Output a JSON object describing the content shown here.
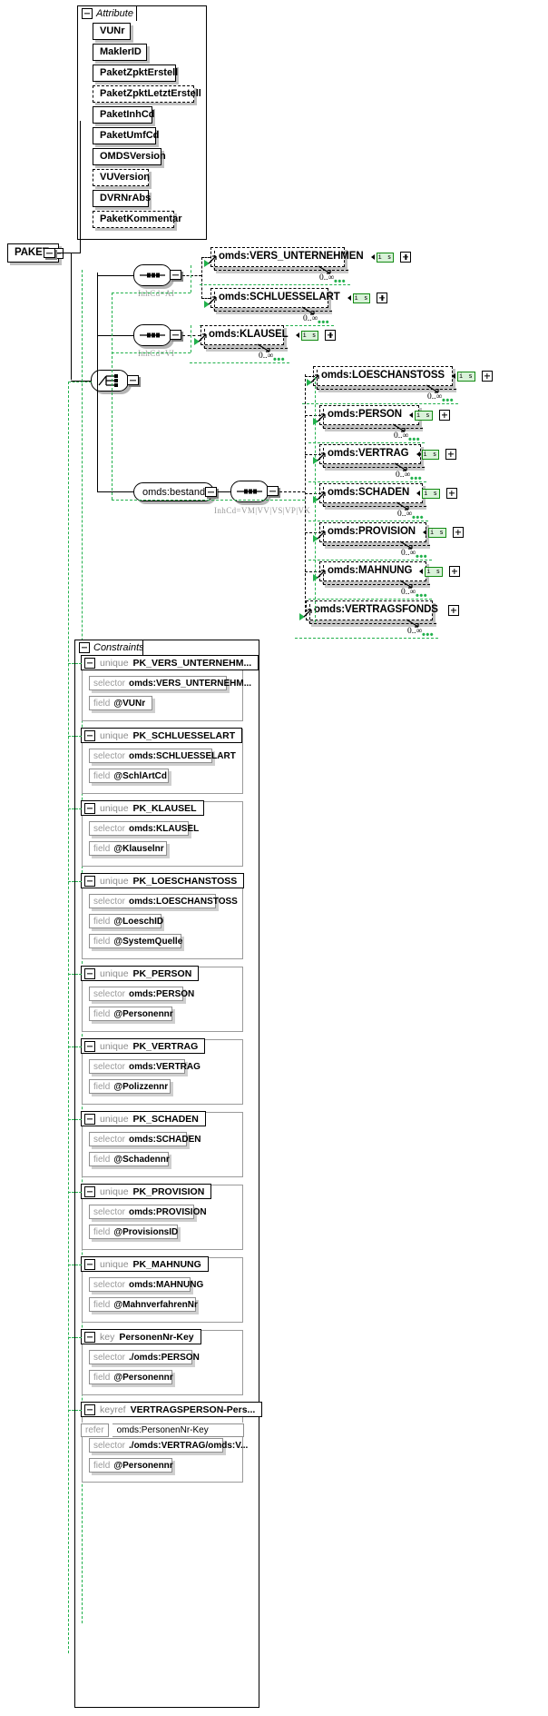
{
  "diagram": {
    "type": "xsd-schema-diagram",
    "root_element": "PAKET",
    "attribute_group_title": "Attribute",
    "constraints_group_title": "Constraints"
  },
  "attributes": [
    {
      "name": "VUNr",
      "required": true,
      "width": 42
    },
    {
      "name": "MaklerID",
      "required": true,
      "width": 60
    },
    {
      "name": "PaketZpktErstell",
      "required": true,
      "width": 92
    },
    {
      "name": "PaketZpktLetztErstell",
      "required": false,
      "width": 112
    },
    {
      "name": "PaketInhCd",
      "required": true,
      "width": 66
    },
    {
      "name": "PaketUmfCd",
      "required": true,
      "width": 70
    },
    {
      "name": "OMDSVersion",
      "required": true,
      "width": 76
    },
    {
      "name": "VUVersion",
      "required": false,
      "width": 62
    },
    {
      "name": "DVRNrAbs",
      "required": true,
      "width": 62
    },
    {
      "name": "PaketKommentar",
      "required": false,
      "width": 90
    }
  ],
  "branches": [
    {
      "id": "ai",
      "compositor": "sequence",
      "inhcd_label": "InhCd=AI",
      "elements": [
        {
          "name": "omds:VERS_UNTERNEHMEN",
          "badge": "i s",
          "occurs": "0..∞"
        },
        {
          "name": "omds:SCHLUESSELART",
          "badge": "i s",
          "occurs": "0..∞"
        }
      ]
    },
    {
      "id": "vi",
      "compositor": "sequence",
      "inhcd_label": "InhCd=VI",
      "elements": [
        {
          "name": "omds:KLAUSEL",
          "badge": "i s",
          "occurs": "0..∞"
        }
      ]
    },
    {
      "id": "bestand",
      "compositor": "sequence",
      "capsule_label": "omds:bestand",
      "inhcd_label": "InhCd=VM|VV|VS|VP|VK",
      "elements": [
        {
          "name": "omds:LOESCHANSTOSS",
          "badge": "i s",
          "occurs": "0..∞"
        },
        {
          "name": "omds:PERSON",
          "badge": "i s",
          "occurs": "0..∞"
        },
        {
          "name": "omds:VERTRAG",
          "badge": "i s",
          "occurs": "0..∞"
        },
        {
          "name": "omds:SCHADEN",
          "badge": "i s",
          "occurs": "0..∞"
        },
        {
          "name": "omds:PROVISION",
          "badge": "i s",
          "occurs": "0..∞"
        },
        {
          "name": "omds:MAHNUNG",
          "badge": "i s",
          "occurs": "0..∞"
        },
        {
          "name": "omds:VERTRAGSFONDS",
          "badge": "",
          "occurs": "0..∞"
        }
      ]
    }
  ],
  "constraints": [
    {
      "kind": "unique",
      "name": "PK_VERS_UNTERNEHM...",
      "rows": [
        {
          "label": "selector",
          "value": "omds:VERS_UNTERNEHM...",
          "w": 152
        },
        {
          "label": "field",
          "value": "@VUNr",
          "w": 70
        }
      ]
    },
    {
      "kind": "unique",
      "name": "PK_SCHLUESSELART",
      "rows": [
        {
          "label": "selector",
          "value": "omds:SCHLUESSELART",
          "w": 136
        },
        {
          "label": "field",
          "value": "@SchlArtCd",
          "w": 88
        }
      ]
    },
    {
      "kind": "unique",
      "name": "PK_KLAUSEL",
      "rows": [
        {
          "label": "selector",
          "value": "omds:KLAUSEL",
          "w": 110
        },
        {
          "label": "field",
          "value": "@Klauselnr",
          "w": 86
        }
      ]
    },
    {
      "kind": "unique",
      "name": "PK_LOESCHANSTOSS",
      "rows": [
        {
          "label": "selector",
          "value": "omds:LOESCHANSTOSS",
          "w": 140
        },
        {
          "label": "field",
          "value": "@LoeschID",
          "w": 80
        },
        {
          "label": "field",
          "value": "@SystemQuelle",
          "w": 102
        }
      ]
    },
    {
      "kind": "unique",
      "name": "PK_PERSON",
      "rows": [
        {
          "label": "selector",
          "value": "omds:PERSON",
          "w": 104
        },
        {
          "label": "field",
          "value": "@Personennr",
          "w": 92
        }
      ]
    },
    {
      "kind": "unique",
      "name": "PK_VERTRAG",
      "rows": [
        {
          "label": "selector",
          "value": "omds:VERTRAG",
          "w": 106
        },
        {
          "label": "field",
          "value": "@Polizzennr",
          "w": 90
        }
      ]
    },
    {
      "kind": "unique",
      "name": "PK_SCHADEN",
      "rows": [
        {
          "label": "selector",
          "value": "omds:SCHADEN",
          "w": 108
        },
        {
          "label": "field",
          "value": "@Schadennr",
          "w": 88
        }
      ]
    },
    {
      "kind": "unique",
      "name": "PK_PROVISION",
      "rows": [
        {
          "label": "selector",
          "value": "omds:PROVISION",
          "w": 116
        },
        {
          "label": "field",
          "value": "@ProvisionsID",
          "w": 98
        }
      ]
    },
    {
      "kind": "unique",
      "name": "PK_MAHNUNG",
      "rows": [
        {
          "label": "selector",
          "value": "omds:MAHNUNG",
          "w": 112
        },
        {
          "label": "field",
          "value": "@MahnverfahrenNr",
          "w": 118
        }
      ]
    },
    {
      "kind": "key",
      "name": "PersonenNr-Key",
      "rows": [
        {
          "label": "selector",
          "value": "./omds:PERSON",
          "w": 114
        },
        {
          "label": "field",
          "value": "@Personennr",
          "w": 92
        }
      ]
    },
    {
      "kind": "keyref",
      "name": "VERTRAGSPERSON-Pers...",
      "refer": {
        "label": "refer",
        "value": "omds:PersonenNr-Key"
      },
      "rows": [
        {
          "label": "selector",
          "value": "./omds:VERTRAG/omds:V...",
          "w": 148
        },
        {
          "label": "field",
          "value": "@Personennr",
          "w": 92
        }
      ]
    }
  ],
  "colors": {
    "green": "#22b14c",
    "badge_bg": "#d9f2d9",
    "shadow": "#c8c8c8",
    "grey_text": "#9a9a9a"
  },
  "icons": {
    "collapse": "minus-square-icon",
    "expand": "plus-square-icon",
    "sequence": "sequence-compositor-icon",
    "choice": "choice-compositor-icon",
    "type_badge": "is-type-badge-icon"
  }
}
